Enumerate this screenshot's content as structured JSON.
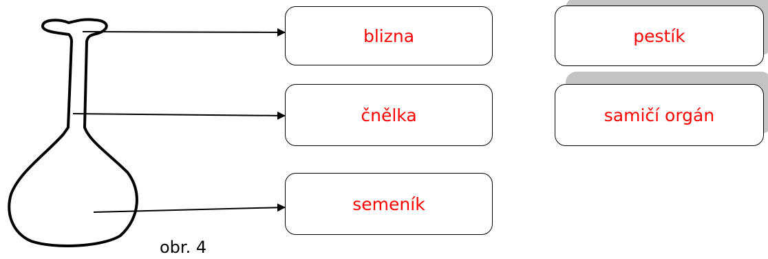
{
  "labels": {
    "blizna": "blizna",
    "cnelka": "čnělka",
    "semenik": "semeník",
    "pestik": "pestík",
    "samici_organ": "samičí orgán"
  },
  "caption": "obr. 4",
  "colors": {
    "label_text": "#ff0000",
    "line": "#000000",
    "shadow": "#c4c4c4"
  }
}
